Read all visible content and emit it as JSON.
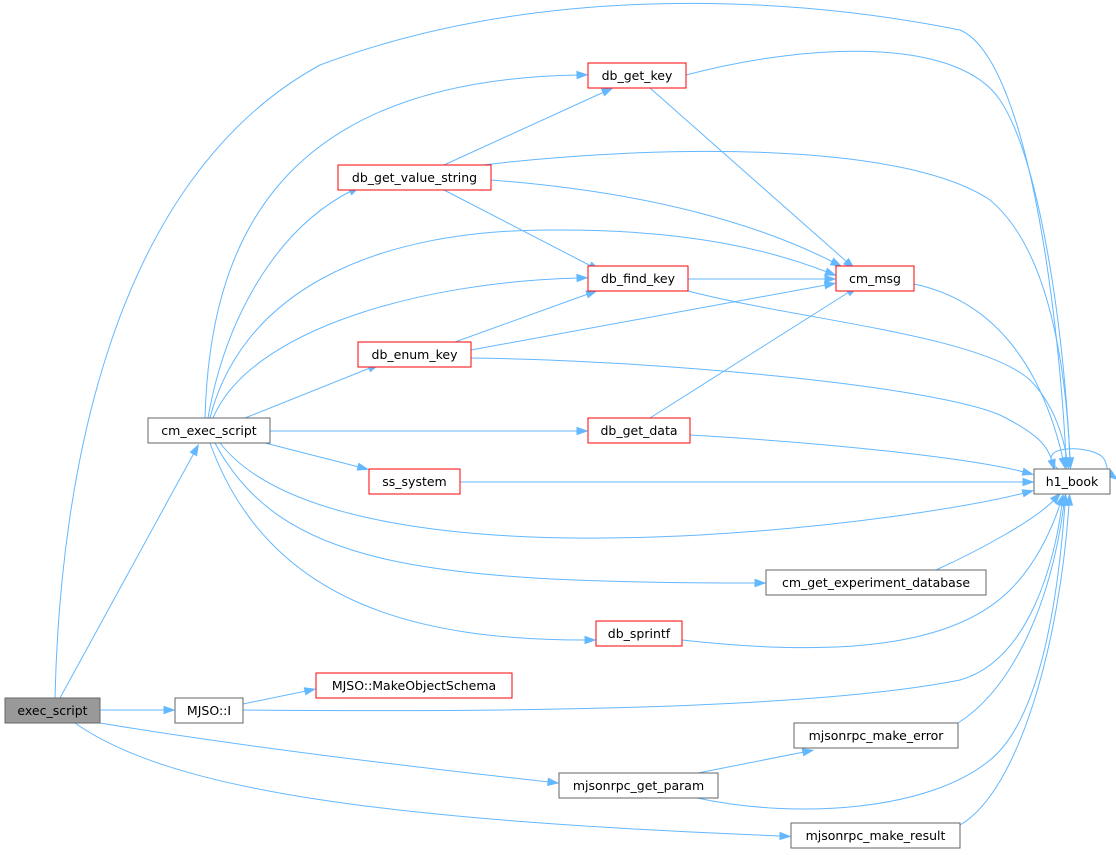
{
  "colors": {
    "edge": "#63b8ff",
    "root_fill": "#999999",
    "node_fill": "#ffffff",
    "node_border_default": "#666666",
    "node_border_truncated": "#ff0000"
  },
  "nodes": [
    {
      "id": "exec_script",
      "label": "exec_script",
      "style": "root"
    },
    {
      "id": "cm_exec_script",
      "label": "cm_exec_script",
      "style": "default"
    },
    {
      "id": "mjso_i",
      "label": "MJSO::I",
      "style": "default"
    },
    {
      "id": "db_get_key",
      "label": "db_get_key",
      "style": "truncated"
    },
    {
      "id": "db_get_value_string",
      "label": "db_get_value_string",
      "style": "truncated"
    },
    {
      "id": "db_find_key",
      "label": "db_find_key",
      "style": "truncated"
    },
    {
      "id": "cm_msg",
      "label": "cm_msg",
      "style": "truncated"
    },
    {
      "id": "db_enum_key",
      "label": "db_enum_key",
      "style": "truncated"
    },
    {
      "id": "db_get_data",
      "label": "db_get_data",
      "style": "truncated"
    },
    {
      "id": "ss_system",
      "label": "ss_system",
      "style": "truncated"
    },
    {
      "id": "h1_book",
      "label": "h1_book",
      "style": "default"
    },
    {
      "id": "cm_get_experiment_database",
      "label": "cm_get_experiment_database",
      "style": "default"
    },
    {
      "id": "db_sprintf",
      "label": "db_sprintf",
      "style": "truncated"
    },
    {
      "id": "mjso_makeobjectschema",
      "label": "MJSO::MakeObjectSchema",
      "style": "truncated"
    },
    {
      "id": "mjsonrpc_make_error",
      "label": "mjsonrpc_make_error",
      "style": "default"
    },
    {
      "id": "mjsonrpc_get_param",
      "label": "mjsonrpc_get_param",
      "style": "default"
    },
    {
      "id": "mjsonrpc_make_result",
      "label": "mjsonrpc_make_result",
      "style": "default"
    }
  ],
  "edges": [
    {
      "from": "exec_script",
      "to": "cm_exec_script"
    },
    {
      "from": "exec_script",
      "to": "h1_book"
    },
    {
      "from": "exec_script",
      "to": "mjso_i"
    },
    {
      "from": "exec_script",
      "to": "mjsonrpc_get_param"
    },
    {
      "from": "exec_script",
      "to": "mjsonrpc_make_result"
    },
    {
      "from": "cm_exec_script",
      "to": "db_get_key"
    },
    {
      "from": "cm_exec_script",
      "to": "db_get_value_string"
    },
    {
      "from": "cm_exec_script",
      "to": "cm_msg"
    },
    {
      "from": "cm_exec_script",
      "to": "db_find_key"
    },
    {
      "from": "cm_exec_script",
      "to": "db_enum_key"
    },
    {
      "from": "cm_exec_script",
      "to": "db_get_data"
    },
    {
      "from": "cm_exec_script",
      "to": "ss_system"
    },
    {
      "from": "cm_exec_script",
      "to": "h1_book"
    },
    {
      "from": "cm_exec_script",
      "to": "cm_get_experiment_database"
    },
    {
      "from": "cm_exec_script",
      "to": "db_sprintf"
    },
    {
      "from": "db_get_key",
      "to": "h1_book"
    },
    {
      "from": "db_get_key",
      "to": "cm_msg"
    },
    {
      "from": "db_get_value_string",
      "to": "db_get_key"
    },
    {
      "from": "db_get_value_string",
      "to": "h1_book"
    },
    {
      "from": "db_get_value_string",
      "to": "cm_msg"
    },
    {
      "from": "db_get_value_string",
      "to": "db_find_key"
    },
    {
      "from": "db_find_key",
      "to": "cm_msg"
    },
    {
      "from": "db_find_key",
      "to": "h1_book"
    },
    {
      "from": "db_enum_key",
      "to": "db_find_key"
    },
    {
      "from": "db_enum_key",
      "to": "cm_msg"
    },
    {
      "from": "db_enum_key",
      "to": "h1_book"
    },
    {
      "from": "cm_msg",
      "to": "h1_book"
    },
    {
      "from": "db_get_data",
      "to": "cm_msg"
    },
    {
      "from": "db_get_data",
      "to": "h1_book"
    },
    {
      "from": "ss_system",
      "to": "h1_book"
    },
    {
      "from": "h1_book",
      "to": "h1_book"
    },
    {
      "from": "cm_get_experiment_database",
      "to": "h1_book"
    },
    {
      "from": "db_sprintf",
      "to": "h1_book"
    },
    {
      "from": "mjso_i",
      "to": "mjso_makeobjectschema"
    },
    {
      "from": "mjso_i",
      "to": "h1_book"
    },
    {
      "from": "mjsonrpc_get_param",
      "to": "mjsonrpc_make_error"
    },
    {
      "from": "mjsonrpc_get_param",
      "to": "h1_book"
    },
    {
      "from": "mjsonrpc_make_error",
      "to": "h1_book"
    },
    {
      "from": "mjsonrpc_make_result",
      "to": "h1_book"
    }
  ]
}
